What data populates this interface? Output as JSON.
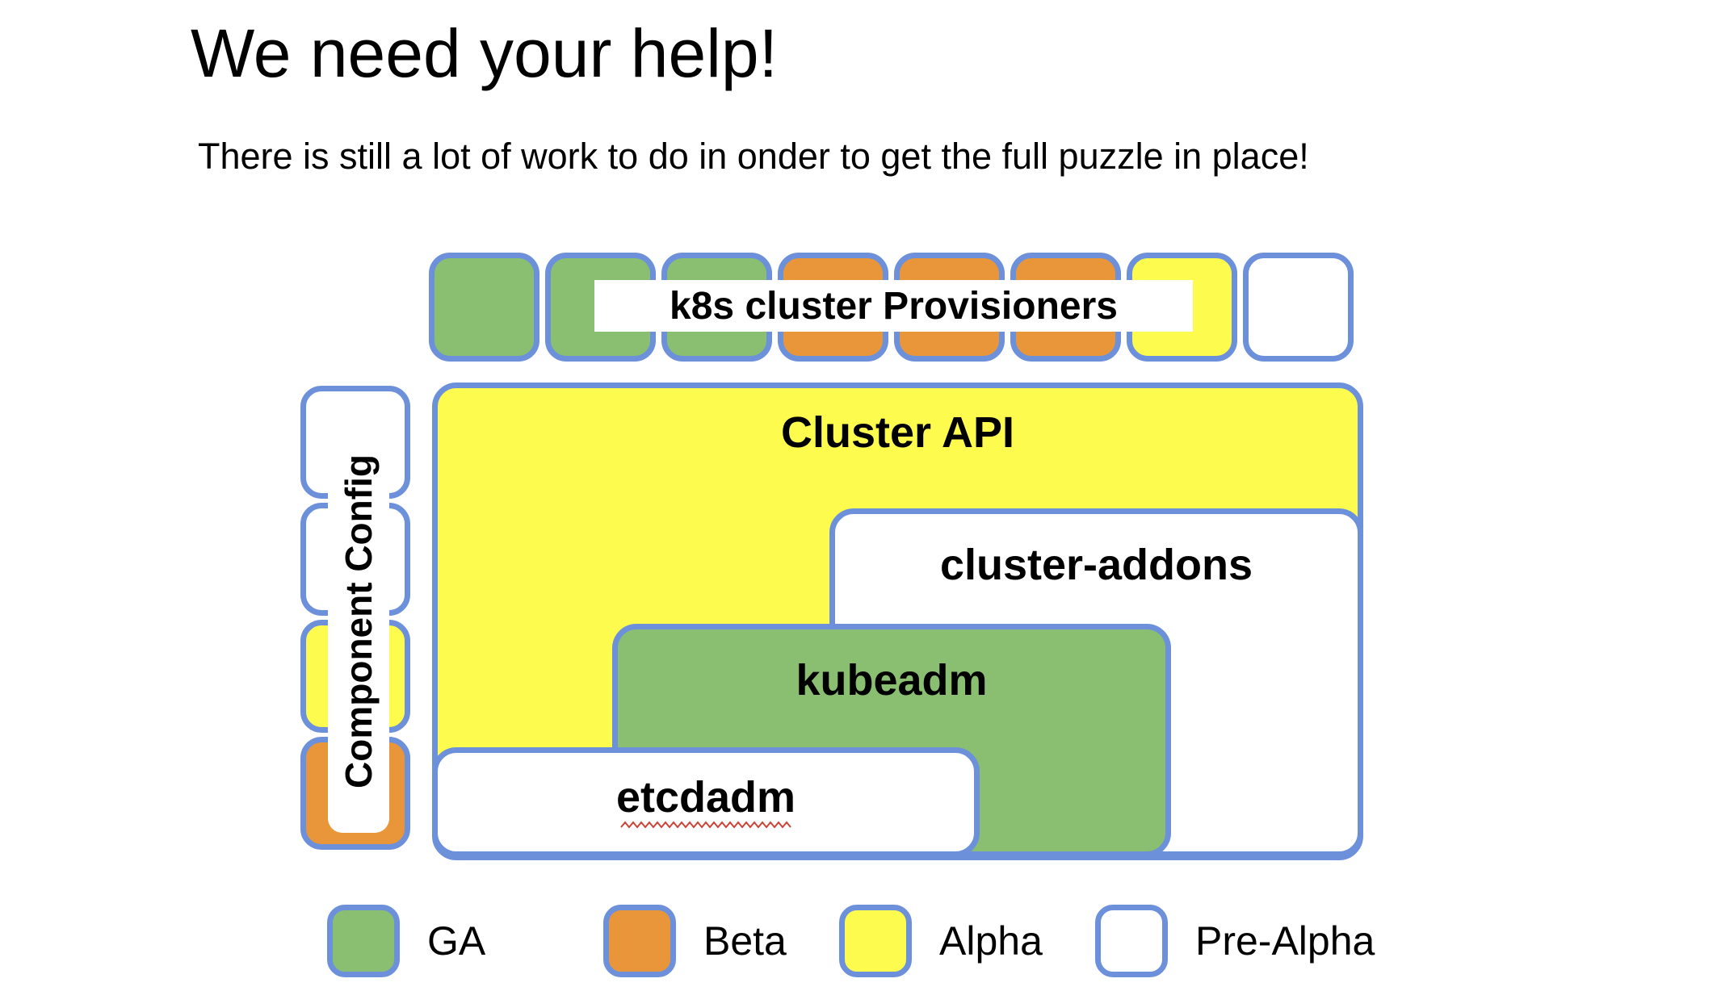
{
  "slide": {
    "title": "We need your help!",
    "subtitle": "There is still a lot of work to do in onder to get the full puzzle in place!"
  },
  "colors": {
    "ga": "#8abe70",
    "beta": "#e9963a",
    "alpha": "#fdfb4e",
    "pre_alpha": "#ffffff",
    "border": "#6d90db",
    "squiggle": "#cb4335",
    "text": "#000000"
  },
  "provisioners": {
    "label": "k8s cluster Provisioners",
    "squares": [
      "ga",
      "ga",
      "ga",
      "beta",
      "beta",
      "beta",
      "alpha",
      "pre_alpha"
    ]
  },
  "component_config": {
    "label": "Component Config",
    "squares": [
      "pre_alpha",
      "pre_alpha",
      "alpha",
      "beta"
    ]
  },
  "boxes": {
    "cluster_api": {
      "label": "Cluster API",
      "status": "alpha"
    },
    "cluster_addons": {
      "label": "cluster-addons",
      "status": "pre_alpha"
    },
    "kubeadm": {
      "label": "kubeadm",
      "status": "ga"
    },
    "etcdadm": {
      "label": "etcdadm",
      "status": "pre_alpha",
      "spellcheck_underline": true
    }
  },
  "legend": [
    {
      "label": "GA",
      "status": "ga"
    },
    {
      "label": "Beta",
      "status": "beta"
    },
    {
      "label": "Alpha",
      "status": "alpha"
    },
    {
      "label": "Pre-Alpha",
      "status": "pre_alpha"
    }
  ]
}
